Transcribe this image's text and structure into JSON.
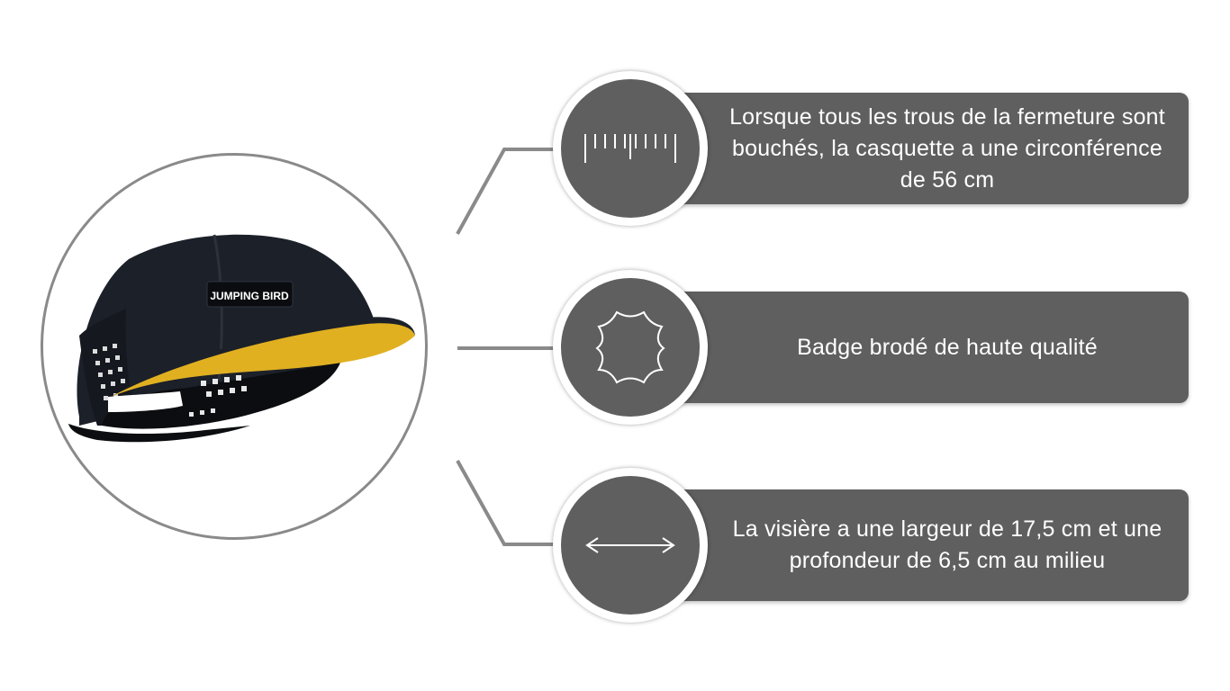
{
  "product": {
    "badge_text": "JUMPING BIRD",
    "colors": {
      "crown": "#1c2029",
      "visor_underside": "#e0b021",
      "outline": "#8a8a8a"
    }
  },
  "features": [
    {
      "icon": "ruler-icon",
      "text": "Lorsque tous les trous de la fermeture sont bouchés, la casquette a une circonférence de 56 cm"
    },
    {
      "icon": "leather-badge-icon",
      "text": "Badge brodé de haute qualité"
    },
    {
      "icon": "double-arrow-icon",
      "text": "La visière a une largeur de 17,5 cm et une profondeur de 6,5 cm au milieu"
    }
  ],
  "colors": {
    "panel": "#5f5f5f",
    "text": "#ffffff",
    "connector": "#8a8a8a"
  }
}
